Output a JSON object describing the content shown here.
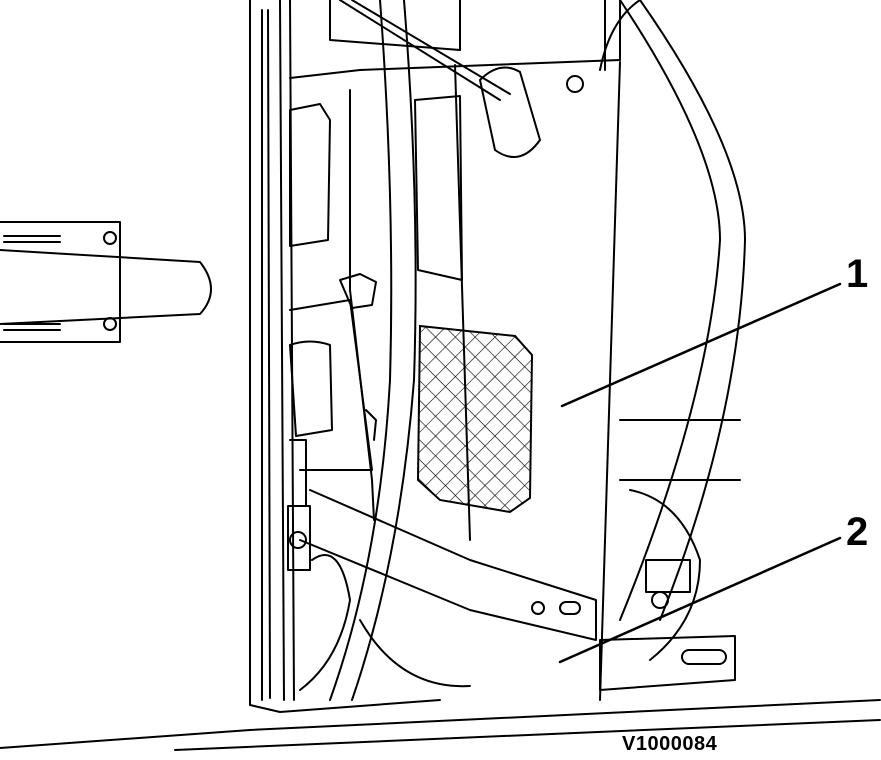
{
  "callouts": {
    "one": "1",
    "two": "2"
  },
  "figure_id": "V1000084"
}
